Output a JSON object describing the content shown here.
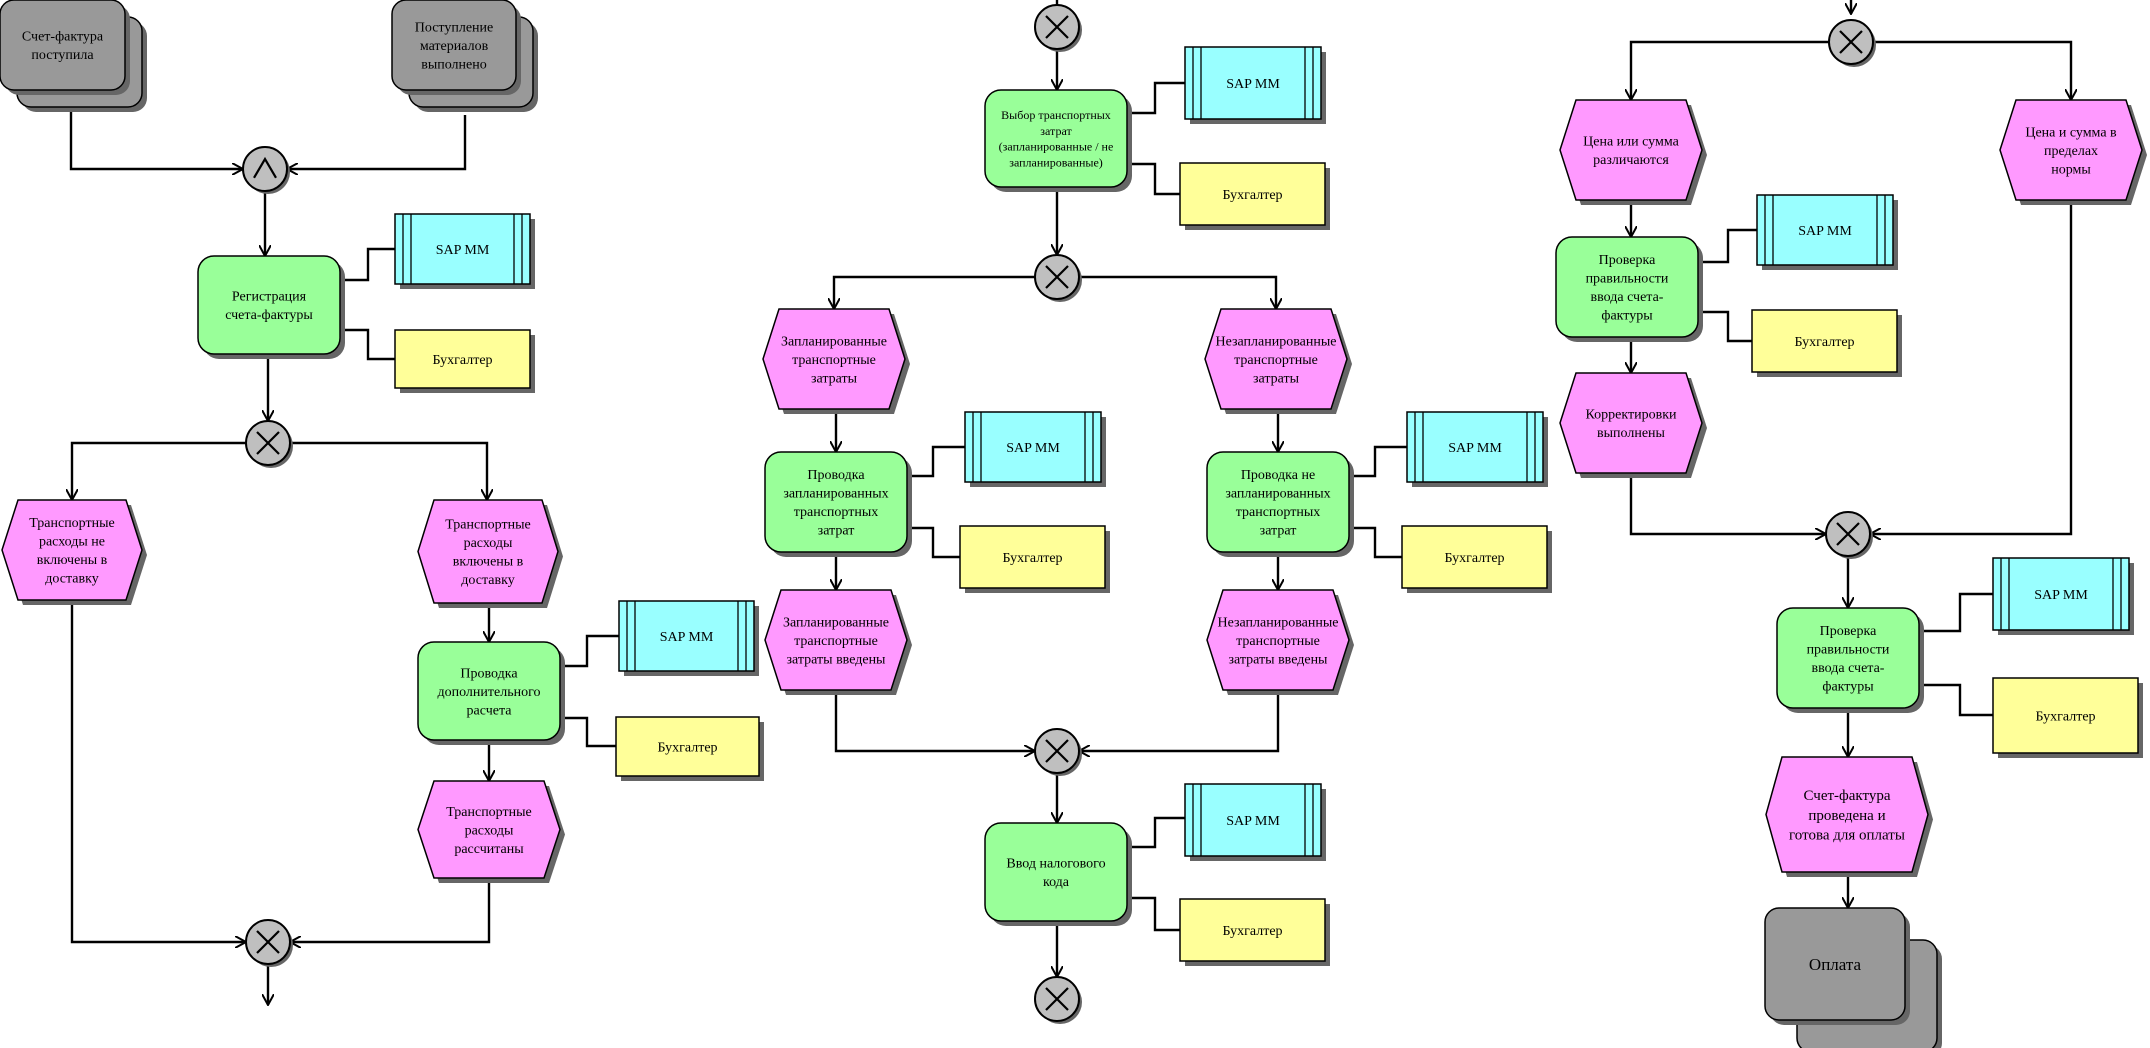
{
  "colors": {
    "function": "#99ff99",
    "event": "#ff99ff",
    "system": "#99ffff",
    "role": "#ffff99",
    "process_interface": "#999999",
    "connector": "#bfbfbf",
    "shadow": "#666666",
    "line": "#000000"
  },
  "nodes": [
    {
      "id": "pi_invoice",
      "kind": "interface",
      "lines": [
        "Счет-фактура",
        "поступила"
      ]
    },
    {
      "id": "pi_receipt",
      "kind": "interface",
      "lines": [
        "Поступление",
        "материалов",
        "выполнено"
      ]
    },
    {
      "id": "and_1",
      "kind": "and"
    },
    {
      "id": "f_register",
      "kind": "function",
      "lines": [
        "Регистрация",
        "счета-фактуры"
      ]
    },
    {
      "id": "s_register",
      "kind": "system",
      "lines": [
        "SAP MM"
      ]
    },
    {
      "id": "r_register",
      "kind": "role",
      "lines": [
        "Бухгалтер"
      ]
    },
    {
      "id": "xor_1",
      "kind": "xor"
    },
    {
      "id": "e_not_incl",
      "kind": "event",
      "lines": [
        "Транспортные",
        "расходы не",
        "включены в",
        "доставку"
      ]
    },
    {
      "id": "e_incl",
      "kind": "event",
      "lines": [
        "Транспортные",
        "расходы",
        "включены в",
        "доставку"
      ]
    },
    {
      "id": "f_add_post",
      "kind": "function",
      "lines": [
        "Проводка",
        "дополнительного",
        "расчета"
      ]
    },
    {
      "id": "s_add_post",
      "kind": "system",
      "lines": [
        "SAP MM"
      ]
    },
    {
      "id": "r_add_post",
      "kind": "role",
      "lines": [
        "Бухгалтер"
      ]
    },
    {
      "id": "e_calc",
      "kind": "event",
      "lines": [
        "Транспортные",
        "расходы",
        "рассчитаны"
      ]
    },
    {
      "id": "xor_2",
      "kind": "xor"
    },
    {
      "id": "xor_3",
      "kind": "xor"
    },
    {
      "id": "f_select",
      "kind": "function",
      "lines": [
        "Выбор транспортных",
        "затрат",
        "(запланированные / не",
        "запланированные)"
      ]
    },
    {
      "id": "s_select",
      "kind": "system",
      "lines": [
        "SAP MM"
      ]
    },
    {
      "id": "r_select",
      "kind": "role",
      "lines": [
        "Бухгалтер"
      ]
    },
    {
      "id": "xor_4",
      "kind": "xor"
    },
    {
      "id": "e_planned",
      "kind": "event",
      "lines": [
        "Запланированные",
        "транспортные",
        "затраты"
      ]
    },
    {
      "id": "e_unplanned",
      "kind": "event",
      "lines": [
        "Незапланированные",
        "транспортные",
        "затраты"
      ]
    },
    {
      "id": "f_post_planned",
      "kind": "function",
      "lines": [
        "Проводка",
        "запланированных",
        "транспортных",
        "затрат"
      ]
    },
    {
      "id": "s_post_planned",
      "kind": "system",
      "lines": [
        "SAP MM"
      ]
    },
    {
      "id": "r_post_planned",
      "kind": "role",
      "lines": [
        "Бухгалтер"
      ]
    },
    {
      "id": "f_post_unplanned",
      "kind": "function",
      "lines": [
        "Проводка не",
        "запланированных",
        "транспортных",
        "затрат"
      ]
    },
    {
      "id": "s_post_unplanned",
      "kind": "system",
      "lines": [
        "SAP MM"
      ]
    },
    {
      "id": "r_post_unplanned",
      "kind": "role",
      "lines": [
        "Бухгалтер"
      ]
    },
    {
      "id": "e_planned_done",
      "kind": "event",
      "lines": [
        "Запланированные",
        "транспортные",
        "затраты введены"
      ]
    },
    {
      "id": "e_unplanned_done",
      "kind": "event",
      "lines": [
        "Незапланированные",
        "транспортные",
        "затраты введены"
      ]
    },
    {
      "id": "xor_5",
      "kind": "xor"
    },
    {
      "id": "f_tax",
      "kind": "function",
      "lines": [
        "Ввод налогового",
        "кода"
      ]
    },
    {
      "id": "s_tax",
      "kind": "system",
      "lines": [
        "SAP MM"
      ]
    },
    {
      "id": "r_tax",
      "kind": "role",
      "lines": [
        "Бухгалтер"
      ]
    },
    {
      "id": "xor_6",
      "kind": "xor"
    },
    {
      "id": "xor_7",
      "kind": "xor"
    },
    {
      "id": "e_diff",
      "kind": "event",
      "lines": [
        "Цена или сумма",
        "различаются"
      ]
    },
    {
      "id": "e_ok",
      "kind": "event",
      "lines": [
        "Цена и сумма в",
        "пределах",
        "нормы"
      ]
    },
    {
      "id": "f_check_1",
      "kind": "function",
      "lines": [
        "Проверка",
        "правильности",
        "ввода счета-",
        "фактуры"
      ]
    },
    {
      "id": "s_check_1",
      "kind": "system",
      "lines": [
        "SAP MM"
      ]
    },
    {
      "id": "r_check_1",
      "kind": "role",
      "lines": [
        "Бухгалтер"
      ]
    },
    {
      "id": "e_corr",
      "kind": "event",
      "lines": [
        "Корректировки",
        "выполнены"
      ]
    },
    {
      "id": "xor_8",
      "kind": "xor"
    },
    {
      "id": "f_check_2",
      "kind": "function",
      "lines": [
        "Проверка",
        "правильности",
        "ввода счета-",
        "фактуры"
      ]
    },
    {
      "id": "s_check_2",
      "kind": "system",
      "lines": [
        "SAP MM"
      ]
    },
    {
      "id": "r_check_2",
      "kind": "role",
      "lines": [
        "Бухгалтер"
      ]
    },
    {
      "id": "e_posted",
      "kind": "event",
      "lines": [
        "Счет-фактура",
        "проведена и",
        "готова для оплаты"
      ]
    },
    {
      "id": "pi_payment",
      "kind": "interface",
      "lines": [
        "Оплата"
      ]
    }
  ]
}
